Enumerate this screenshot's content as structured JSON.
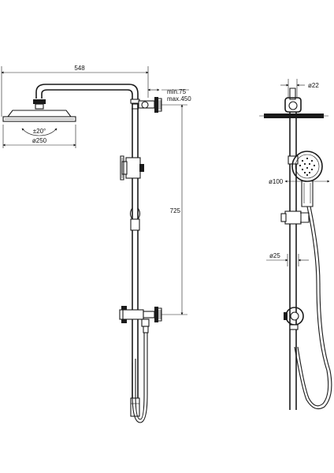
{
  "dimensions": {
    "total_width": "548",
    "wall_offset_min": "min.75",
    "wall_offset_max": "max.450",
    "riser_height": "725",
    "tilt_angle": "±20°",
    "head_diameter": "ø250",
    "arm_diameter": "ø22",
    "handshower_diameter": "ø100",
    "bar_diameter": "ø25"
  }
}
